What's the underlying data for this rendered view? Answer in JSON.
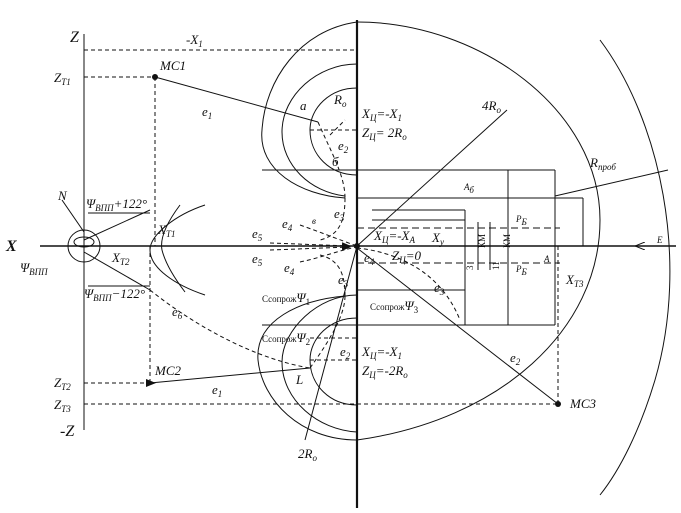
{
  "axes": {
    "x_left": "X",
    "z_top": "Z",
    "z_bottom": "-Z",
    "e_right": "E",
    "minus_x1": "-X",
    "minus_x1_sub": "1",
    "north": "N"
  },
  "z_levels": {
    "zt1": "Z",
    "zt1_sub": "Т1",
    "zt2": "Z",
    "zt2_sub": "Т2",
    "zt3": "Z",
    "zt3_sub": "Т3"
  },
  "stations": {
    "mc1": "МС1",
    "mc2": "МС2",
    "mc3": "МС3"
  },
  "psi": {
    "plus": "Ψ",
    "plus_sub": "ВПП",
    "plus_suffix": "+122°",
    "minus": "Ψ",
    "minus_sub": "ВПП",
    "minus_suffix": "−122°",
    "vpp": "Ψ",
    "vpp_sub": "ВПП",
    "sopr1": "Ψ",
    "sopr1_sub": "1",
    "sopr1_prefix": "Ссопрож",
    "sopr2": "Ψ",
    "sopr2_sub": "2",
    "sopr2_prefix": "Ссопрож",
    "sopr3": "Ψ",
    "sopr3_sub": "3",
    "sopr3_prefix": "Ссопрож"
  },
  "points": {
    "xt1": "X",
    "xt1_sub": "Т1",
    "xt2": "X",
    "xt2_sub": "Т2",
    "xt3": "X",
    "xt3_sub": "Т3",
    "xy": "X",
    "xy_sub": "у",
    "a_top": "а",
    "b_top": "б",
    "v_mid": "в",
    "l_bottom": "L",
    "a_right": "А"
  },
  "centers": {
    "c1_x": "X",
    "c1_x_sub": "Ц",
    "c1_x_val": "=-X",
    "c1_x_val_sub": "1",
    "c1_z": "Z",
    "c1_z_sub": "Ц",
    "c1_z_val": "= 2R",
    "c1_z_val_sub": "o",
    "c0_x": "X",
    "c0_x_sub": "Ц",
    "c0_x_val": "=-X",
    "c0_x_val_sub": "А",
    "c0_z": "Z",
    "c0_z_sub": "Ц",
    "c0_z_val": "=0",
    "c2_x": "X",
    "c2_x_sub": "Ц",
    "c2_x_val": "=-X",
    "c2_x_val_sub": "1",
    "c2_z": "Z",
    "c2_z_sub": "Ц",
    "c2_z_val": "=-2R",
    "c2_z_val_sub": "o"
  },
  "radii": {
    "ro": "R",
    "ro_sub": "o",
    "r4": "4R",
    "r4_sub": "o",
    "r2": "2R",
    "r2_sub": "o",
    "rprob": "R",
    "rprob_sub": "проб"
  },
  "edges": {
    "e1_top": "e",
    "e1_top_sub": "1",
    "e2_top": "e",
    "e2_top_sub": "2",
    "e3_top": "e",
    "e3_top_sub": "3",
    "e4_top": "e",
    "e4_top_sub": "4",
    "e5_top": "e",
    "e5_top_sub": "5",
    "e5_bot": "e",
    "e5_bot_sub": "5",
    "e4_bot": "e",
    "e4_bot_sub": "4",
    "e4_c": "e",
    "e4_c_sub": "4",
    "e3_bot": "e",
    "e3_bot_sub": "3",
    "e3_right": "e",
    "e3_right_sub": "3",
    "e2_right": "e",
    "e2_right_sub": "2",
    "e2_bot": "e",
    "e2_bot_sub": "2",
    "e1_bot": "e",
    "e1_bot_sub": "1",
    "e6": "e",
    "e6_sub": "6"
  },
  "dims": {
    "d3": "3",
    "d11": "11",
    "km1": "КМ",
    "km2": "КМ",
    "rb1": "Р",
    "rb1_sub": "Б",
    "rb2": "Р",
    "rb2_sub": "Б",
    "ab": "А",
    "ab_sub": "б"
  }
}
